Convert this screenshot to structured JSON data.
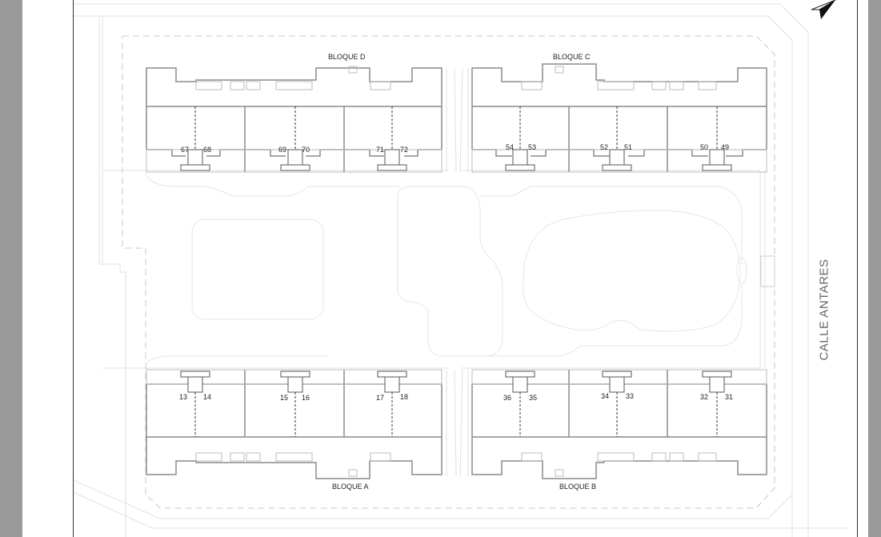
{
  "plan": {
    "street_label": "CALLE ANTARES",
    "north_arrow_icon": "north-arrow-icon",
    "colors": {
      "wall": "#8a8a8a",
      "landscape": "#e6e6e6",
      "boundary": "#cfcfcf",
      "text": "#222222",
      "street_text": "#666666",
      "page_bg": "#9a9a9a"
    },
    "blocks": [
      {
        "id": "D",
        "label": "BLOQUE D",
        "units": [
          "67",
          "68",
          "69",
          "70",
          "71",
          "72"
        ]
      },
      {
        "id": "C",
        "label": "BLOQUE C",
        "units": [
          "54",
          "53",
          "52",
          "51",
          "50",
          "49"
        ]
      },
      {
        "id": "A",
        "label": "BLOQUE A",
        "units": [
          "13",
          "14",
          "15",
          "16",
          "17",
          "18"
        ]
      },
      {
        "id": "B",
        "label": "BLOQUE B",
        "units": [
          "36",
          "35",
          "34",
          "33",
          "32",
          "31"
        ]
      }
    ]
  }
}
